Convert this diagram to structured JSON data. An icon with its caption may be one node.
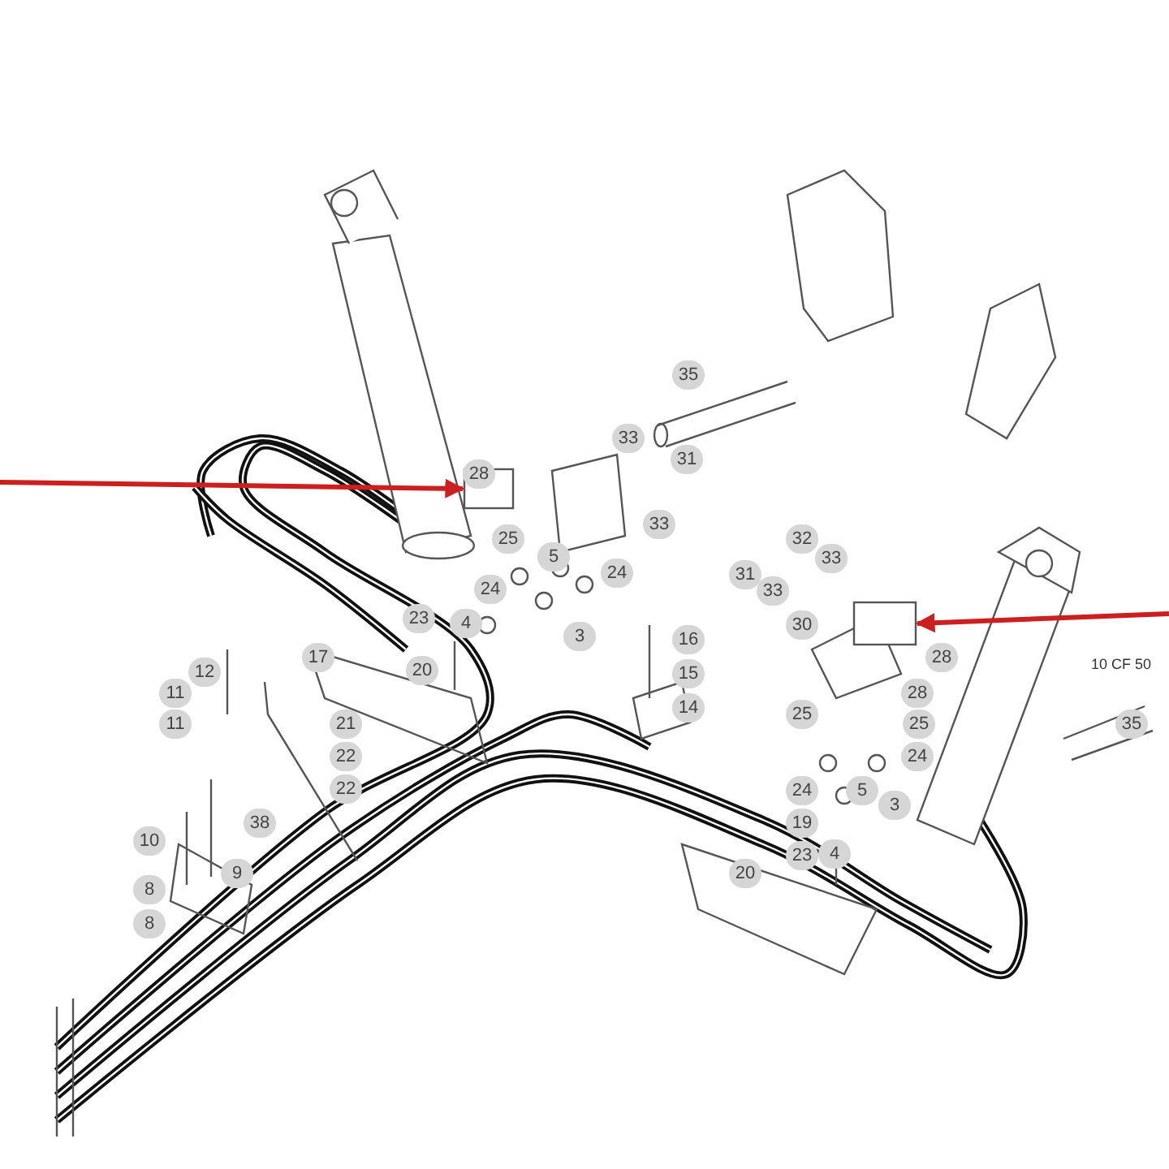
{
  "diagram": {
    "nodes": [
      {
        "text": [],
        "shape": "box"
      },
      {
        "text": [],
        "shape": "box"
      }
    ],
    "edges": [
      {
        "from": null,
        "to": 0,
        "arrow": "to"
      },
      {
        "from": null,
        "to": 1,
        "arrow": "to"
      }
    ],
    "labels": [
      "35",
      "33",
      "31",
      "28",
      "33",
      "25",
      "5",
      "24",
      "24",
      "23",
      "4",
      "3",
      "32",
      "33",
      "31",
      "33",
      "30",
      "16",
      "12",
      "17",
      "20",
      "10 CF 50",
      "15",
      "28",
      "11",
      "28",
      "14",
      "25",
      "25",
      "21",
      "11",
      "24",
      "22",
      "24",
      "22",
      "5",
      "3",
      "35",
      "19",
      "38",
      "10",
      "9",
      "23",
      "4",
      "20",
      "8",
      "8"
    ]
  }
}
